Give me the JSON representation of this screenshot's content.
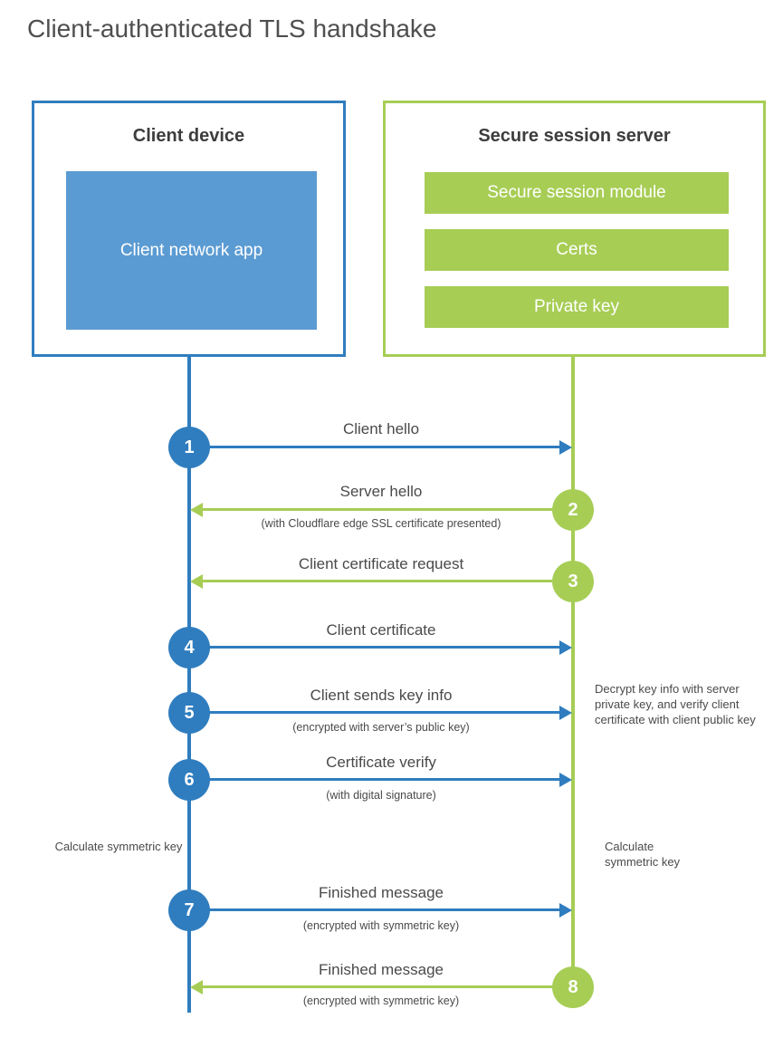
{
  "title": "Client-authenticated TLS handshake",
  "client": {
    "box_title": "Client device",
    "app_label": "Client network app"
  },
  "server": {
    "box_title": "Secure session server",
    "modules": [
      "Secure session module",
      "Certs",
      "Private key"
    ]
  },
  "steps": [
    {
      "num": "1",
      "label": "Client hello",
      "sub": "",
      "direction": "client-to-server"
    },
    {
      "num": "2",
      "label": "Server hello",
      "sub": "(with Cloudflare edge SSL certificate presented)",
      "direction": "server-to-client"
    },
    {
      "num": "3",
      "label": "Client certificate request",
      "sub": "",
      "direction": "server-to-client"
    },
    {
      "num": "4",
      "label": "Client certificate",
      "sub": "",
      "direction": "client-to-server"
    },
    {
      "num": "5",
      "label": "Client sends key info",
      "sub": "(encrypted with server’s public key)",
      "direction": "client-to-server"
    },
    {
      "num": "6",
      "label": "Certificate verify",
      "sub": "(with digital signature)",
      "direction": "client-to-server"
    },
    {
      "num": "7",
      "label": "Finished message",
      "sub": "(encrypted with symmetric key)",
      "direction": "client-to-server"
    },
    {
      "num": "8",
      "label": "Finished message",
      "sub": "(encrypted with symmetric key)",
      "direction": "server-to-client"
    }
  ],
  "annotations": {
    "decrypt_note": "Decrypt key info with server private key, and verify client certificate with client public key",
    "calculate_left": "Calculate symmetric key",
    "calculate_right": "Calculate symmetric key"
  },
  "colors": {
    "blue": "#2f7dbf",
    "blue_fill": "#5b9bd3",
    "green": "#a7cd55",
    "text": "#4a4a4a"
  }
}
